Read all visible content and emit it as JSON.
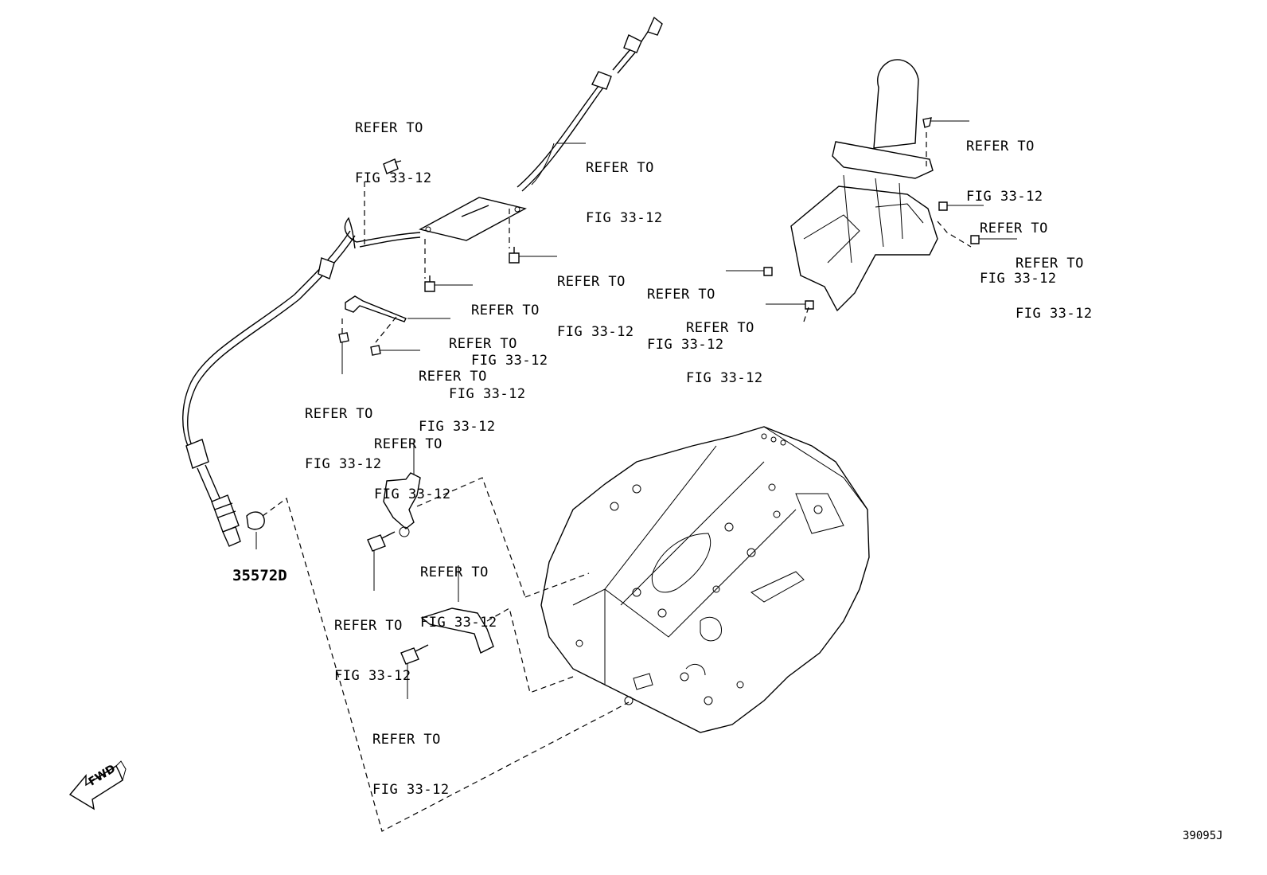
{
  "callouts": [
    {
      "line1": "REFER TO",
      "line2": "FIG 33-12"
    },
    {
      "line1": "REFER TO",
      "line2": "FIG 33-12"
    },
    {
      "line1": "REFER TO",
      "line2": "FIG 33-12"
    },
    {
      "line1": "REFER TO",
      "line2": "FIG 33-12"
    },
    {
      "line1": "REFER TO",
      "line2": "FIG 33-12"
    },
    {
      "line1": "REFER TO",
      "line2": "FIG 33-12"
    },
    {
      "line1": "REFER TO",
      "line2": "FIG 33-12"
    },
    {
      "line1": "REFER TO",
      "line2": "FIG 33-12"
    },
    {
      "line1": "REFER TO",
      "line2": "FIG 33-12"
    },
    {
      "line1": "REFER TO",
      "line2": "FIG 33-12"
    },
    {
      "line1": "REFER TO",
      "line2": "FIG 33-12"
    },
    {
      "line1": "REFER TO",
      "line2": "FIG 33-12"
    },
    {
      "line1": "REFER TO",
      "line2": "FIG 33-12"
    },
    {
      "line1": "REFER TO",
      "line2": "FIG 33-12"
    },
    {
      "line1": "REFER TO",
      "line2": "FIG 33-12"
    },
    {
      "line1": "REFER TO",
      "line2": "FIG 33-12"
    }
  ],
  "part_number": "35572D",
  "direction_label": "FWD",
  "illustration_id": "39095J"
}
